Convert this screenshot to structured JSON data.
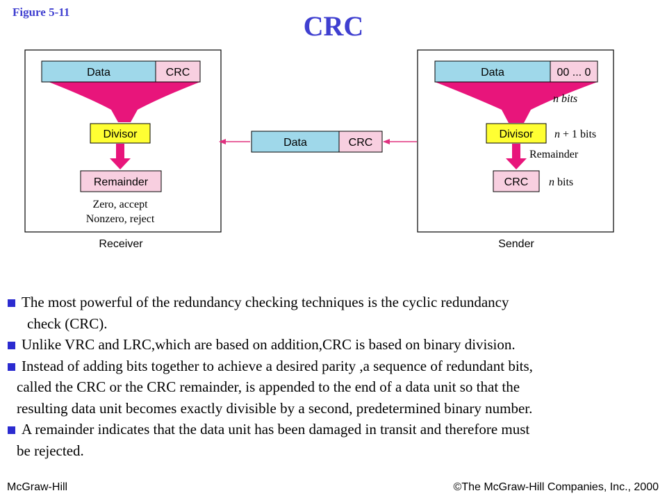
{
  "header": {
    "figure_label": "Figure  5-11",
    "title": "CRC"
  },
  "diagram": {
    "receiver": {
      "data": "Data",
      "crc": "CRC",
      "divisor": "Divisor",
      "remainder": "Remainder",
      "accept": "Zero, accept",
      "reject": "Nonzero, reject",
      "caption": "Receiver"
    },
    "channel": {
      "data": "Data",
      "crc": "CRC"
    },
    "sender": {
      "data": "Data",
      "zeros": "00 ... 0",
      "n_bits": "n bits",
      "divisor": "Divisor",
      "n_plus_one_var": "n",
      "n_plus_one_rest": " + 1 bits",
      "remainder_label": "Remainder",
      "crc": "CRC",
      "crc_bits_var": "n",
      "crc_bits_rest": " bits",
      "caption": "Sender"
    },
    "colors": {
      "data_box": "#9fd8ea",
      "crc_box": "#f8cfe0",
      "divisor_box": "#ffff33",
      "funnel": "#e8157b",
      "arrow": "#e0307f",
      "title": "#3f3fd0"
    }
  },
  "bullets": [
    {
      "lines": [
        "The most powerful of  the redundancy checking techniques is the cyclic redundancy",
        "check (CRC)."
      ]
    },
    {
      "lines": [
        "Unlike VRC and LRC,which are based on addition,CRC is based on binary division."
      ]
    },
    {
      "lines": [
        "Instead of adding bits together to achieve a desired parity ,a sequence of redundant bits,",
        "called the CRC or the CRC remainder, is appended to the end of a data unit so that the",
        "resulting data unit becomes exactly divisible by a second, predetermined binary number."
      ]
    },
    {
      "lines": [
        "A remainder indicates that the data unit has been damaged in transit and therefore must",
        "be rejected."
      ]
    }
  ],
  "footer": {
    "left": "McGraw-Hill",
    "right": "©The McGraw-Hill Companies, Inc., 2000"
  }
}
